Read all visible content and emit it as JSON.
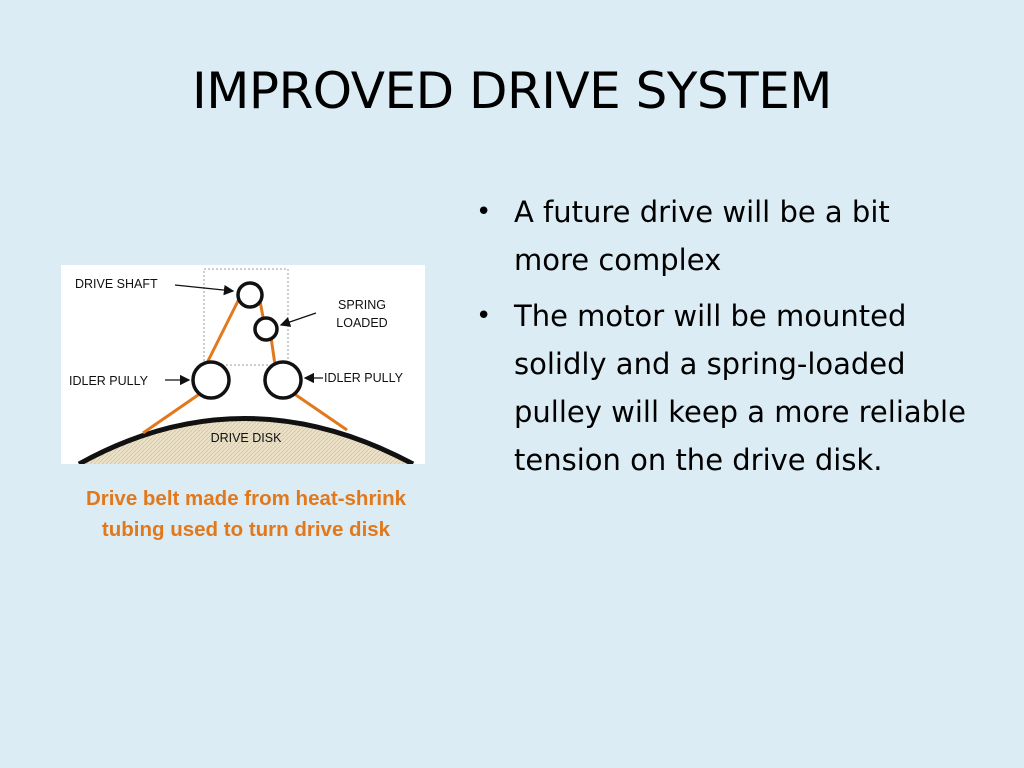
{
  "slide": {
    "title": "IMPROVED DRIVE SYSTEM",
    "bullets": [
      "A future drive will be a bit more complex",
      "The motor will be mounted solidly and a spring-loaded pulley will keep a more reliable tension on the drive disk."
    ],
    "bullet_glyph": "•"
  },
  "diagram": {
    "labels": {
      "drive_shaft": "DRIVE SHAFT",
      "spring_line1": "SPRING",
      "spring_line2": "LOADED",
      "idler_left": "IDLER PULLY",
      "idler_right": "IDLER PULLY",
      "drive_disk": "DRIVE DISK"
    },
    "colors": {
      "belt": "#e2781c",
      "disk_fill": "#e8dcc0",
      "outline": "#111111"
    }
  },
  "caption": "Drive belt made from heat-shrink tubing used to turn drive disk"
}
